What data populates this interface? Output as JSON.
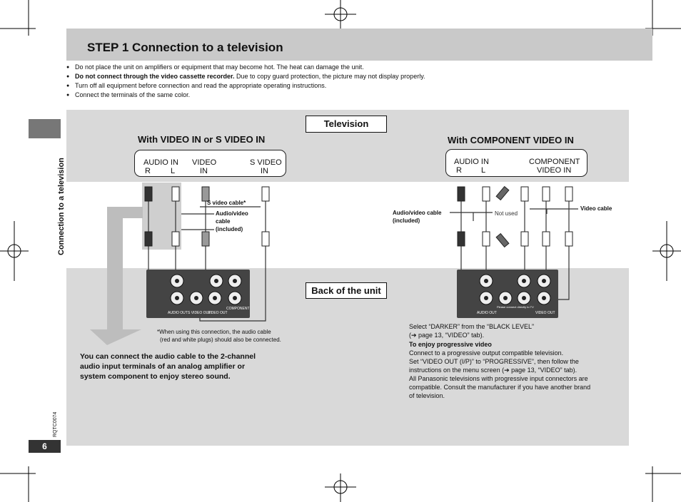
{
  "header": {
    "title": "STEP 1 Connection to a television"
  },
  "notes": [
    {
      "bold": "",
      "text": "Do not place the unit on amplifiers or equipment that may become hot. The heat can damage the unit."
    },
    {
      "bold": "Do not connect through the video cassette recorder.",
      "text": " Due to copy guard protection, the picture may not display properly."
    },
    {
      "bold": "",
      "text": "Turn off all equipment before connection and read the appropriate operating instructions."
    },
    {
      "bold": "",
      "text": "Connect the terminals of the same color."
    }
  ],
  "sidebar": {
    "section_label": "Connection to a television",
    "doc_code": "RQTC0074",
    "page_number": "6"
  },
  "diagram": {
    "television_label": "Television",
    "left_heading": "With VIDEO IN or S VIDEO IN",
    "right_heading": "With COMPONENT VIDEO IN",
    "left_terminals": {
      "audio_in": "AUDIO IN",
      "r": "R",
      "l": "L",
      "video": "VIDEO",
      "video_in": "IN",
      "s_video": "S VIDEO",
      "s_video_in": "IN"
    },
    "right_terminals": {
      "audio_in": "AUDIO IN",
      "r": "R",
      "l": "L",
      "component": "COMPONENT",
      "component_in": "VIDEO IN"
    },
    "s_video_cable": "S video cable*",
    "av_cable_left": [
      "Audio/video",
      "cable",
      "(included)"
    ],
    "av_cable_right": [
      "Audio/video cable",
      "(included)"
    ],
    "not_used": "Not used",
    "video_cable": "Video cable",
    "back_of_unit": "Back of the unit",
    "unit_labels": {
      "audio_out": "AUDIO OUT",
      "s_video_out": "S VIDEO OUT",
      "video_out": "VIDEO OUT",
      "component": "COMPONENT",
      "component_out": "VIDEO OUT",
      "prog_note": "Please connect directly to TV"
    }
  },
  "footnote": [
    "*When using this connection, the audio cable",
    "(red and white plugs) should also be connected."
  ],
  "left_note": [
    "You can connect the audio cable to the 2-channel",
    "audio input terminals of an analog amplifier or",
    "system component to enjoy stereo sound."
  ],
  "right_notes": {
    "select_line1": "Select “DARKER” from the “BLACK LEVEL”",
    "select_line2": "(➔ page 13, “VIDEO” tab).",
    "progressive_title": "To enjoy progressive video",
    "progressive_lines": [
      "Connect to a progressive output compatible television.",
      "Set “VIDEO OUT (I/P)” to “PROGRESSIVE”, then follow the",
      "instructions on the menu screen (➔ page 13, “VIDEO” tab).",
      "All Panasonic televisions with progressive input connectors are",
      "compatible. Consult the manufacturer if you have another brand",
      "of television."
    ]
  }
}
